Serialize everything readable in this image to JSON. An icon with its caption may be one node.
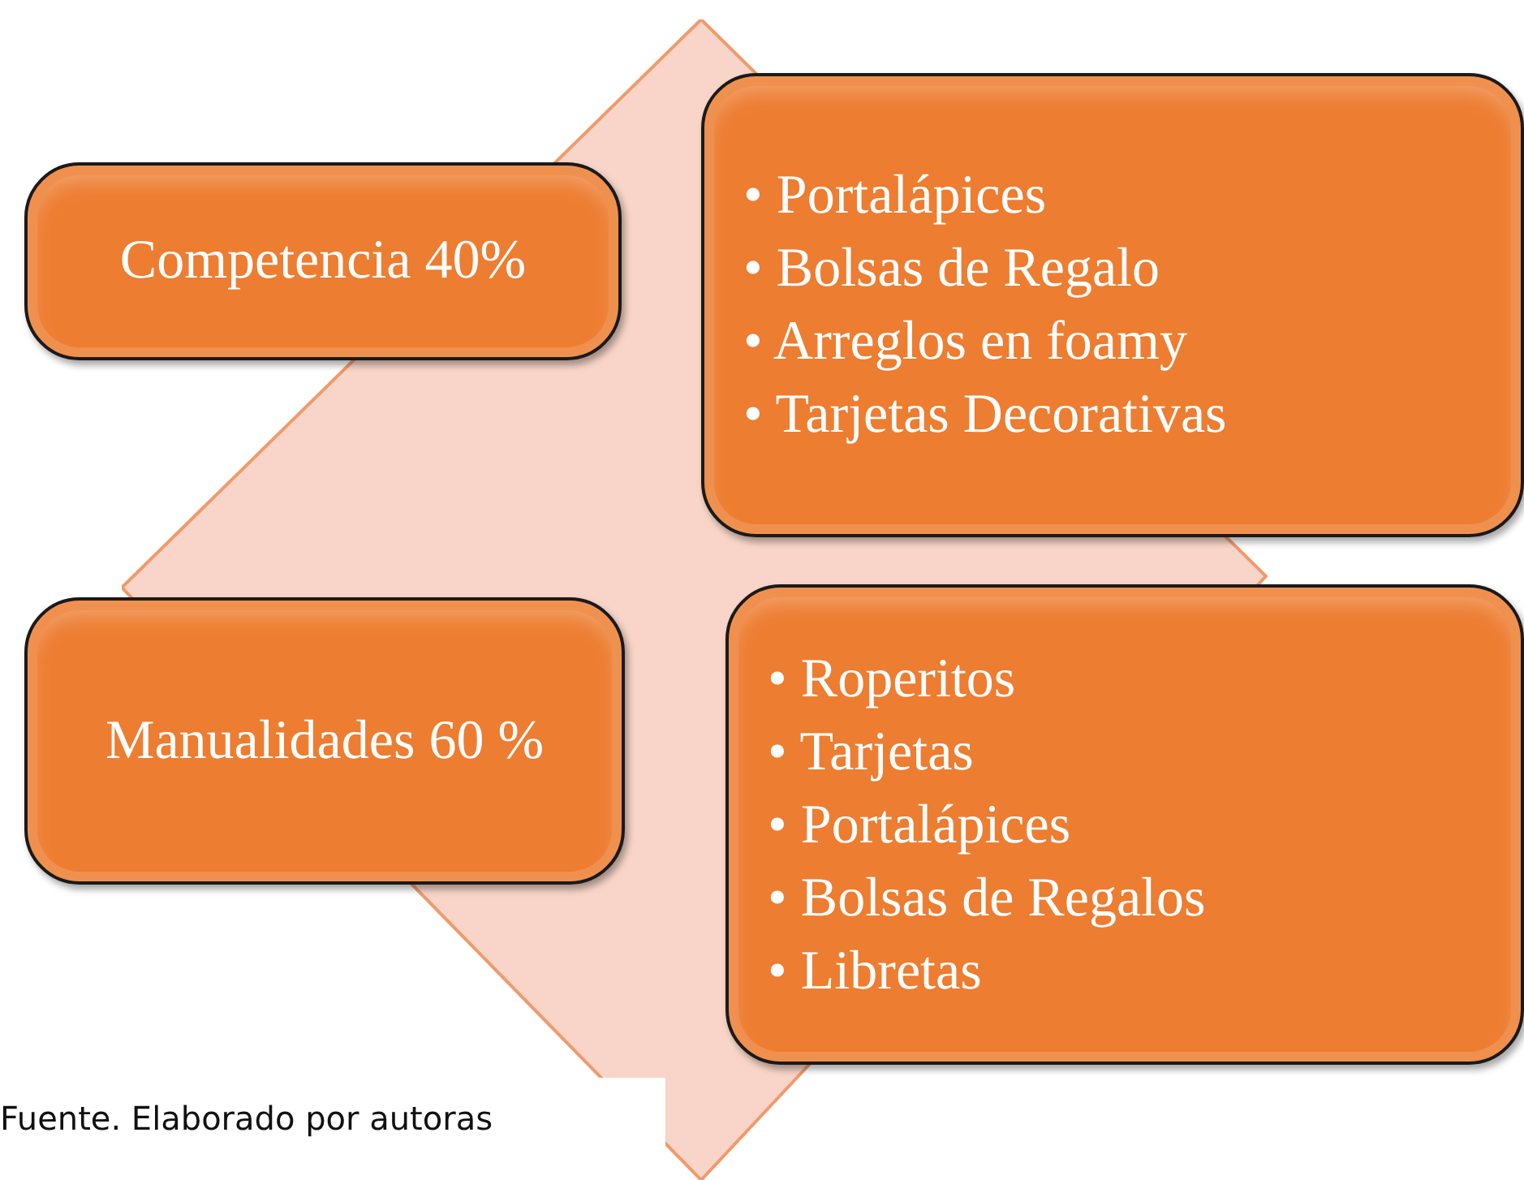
{
  "diagram": {
    "caption": "Fuente. Elaborado por autoras",
    "nodes": [
      {
        "text": [
          "Competencia 40%"
        ]
      },
      {
        "text": [
          "• Portalápices",
          "• Bolsas de Regalo",
          "• Arreglos en foamy",
          "• Tarjetas Decorativas"
        ]
      },
      {
        "text": [
          "Manualidades 60 %"
        ]
      },
      {
        "text": [
          "• Roperitos",
          "• Tarjetas",
          "• Portalápices",
          "• Bolsas de Regalos",
          "• Libretas"
        ]
      }
    ]
  }
}
